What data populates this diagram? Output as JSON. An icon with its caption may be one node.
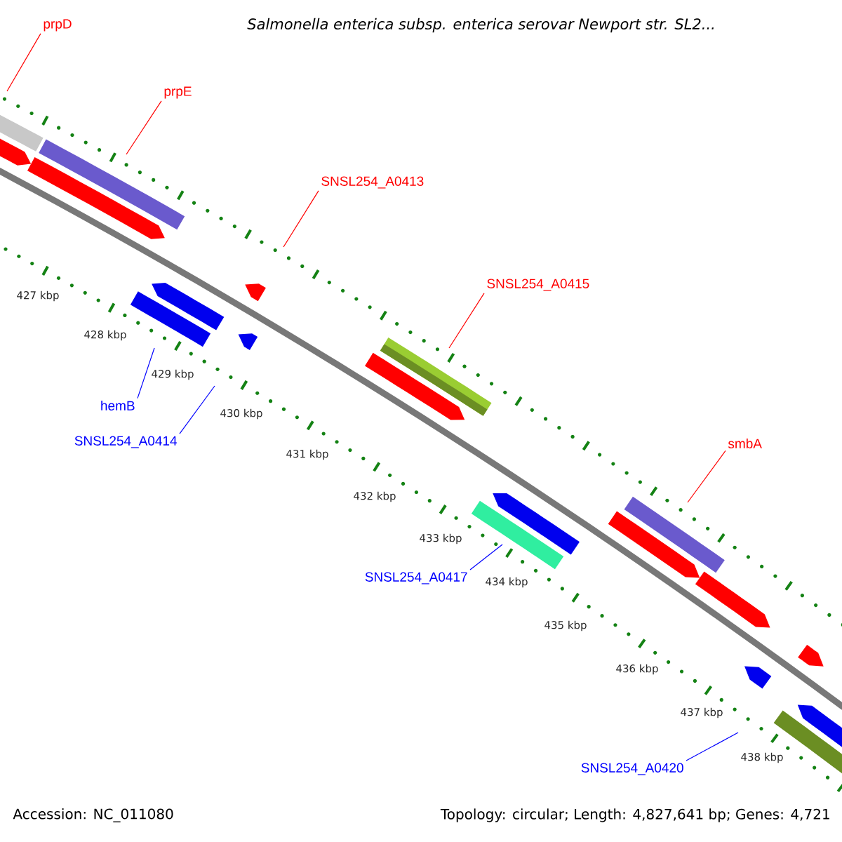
{
  "diagram": {
    "title": "Salmonella enterica subsp. enterica serovar Newport str. SL2...",
    "nodes": [
      {
        "text": [
          "prpD"
        ]
      },
      {
        "text": [
          "prpE"
        ]
      },
      {
        "text": [
          "SNSL254_A0413"
        ]
      },
      {
        "text": [
          "SNSL254_A0415"
        ]
      },
      {
        "text": [
          "hemB"
        ]
      },
      {
        "text": [
          "SNSL254_A0414"
        ]
      },
      {
        "text": [
          "smbA"
        ]
      },
      {
        "text": [
          "SNSL254_A0417"
        ]
      },
      {
        "text": [
          "SNSL254_A0420"
        ]
      }
    ],
    "edges": [
      {
        "from": 0,
        "to": null,
        "arrow": "none"
      },
      {
        "from": 1,
        "to": null,
        "arrow": "none"
      },
      {
        "from": 2,
        "to": null,
        "arrow": "none"
      },
      {
        "from": 3,
        "to": null,
        "arrow": "none"
      },
      {
        "from": 4,
        "to": null,
        "arrow": "none",
        "color": "#0000ff"
      },
      {
        "from": 5,
        "to": null,
        "arrow": "none",
        "color": "#0000ff"
      },
      {
        "from": 6,
        "to": null,
        "arrow": "none"
      },
      {
        "from": 7,
        "to": null,
        "arrow": "none",
        "color": "#0000ff"
      },
      {
        "from": 8,
        "to": null,
        "arrow": "none",
        "color": "#0000ff"
      }
    ],
    "labels": [
      "427 kbp",
      "428 kbp",
      "429 kbp",
      "430 kbp",
      "431 kbp",
      "432 kbp",
      "433 kbp",
      "434 kbp",
      "435 kbp",
      "436 kbp",
      "437 kbp",
      "438 kbp",
      "Accession: NC_011080",
      "Topology: circular; Length: 4,827,641 bp; Genes: 4,721"
    ]
  }
}
